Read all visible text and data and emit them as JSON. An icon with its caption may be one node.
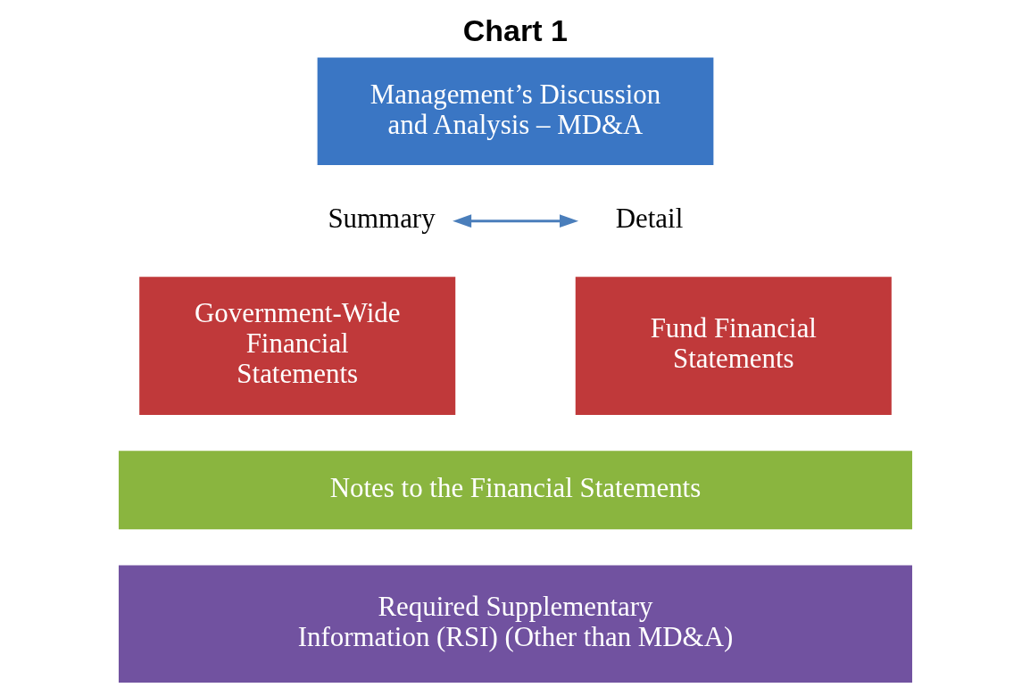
{
  "diagram": {
    "title": "Chart 1",
    "nodes": [
      {
        "text": [
          "Management’s Discussion and Analysis – MD&A"
        ]
      },
      {
        "text": [
          "Summary"
        ]
      },
      {
        "text": [
          "Detail"
        ]
      },
      {
        "text": [
          "Government-Wide Financial Statements"
        ]
      },
      {
        "text": [
          "Fund Financial Statements"
        ]
      },
      {
        "text": [
          "Notes to the Financial Statements"
        ]
      },
      {
        "text": [
          "Required Supplementary Information (RSI) (Other than MD&A)"
        ]
      }
    ],
    "edges": [
      {
        "from": 1,
        "to": 2,
        "arrow": "both"
      }
    ]
  }
}
